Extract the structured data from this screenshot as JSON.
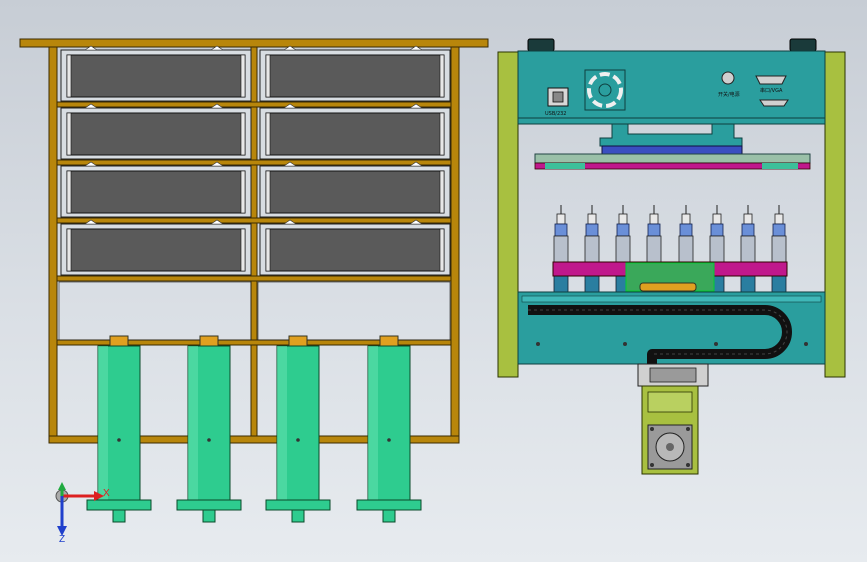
{
  "viewport": {
    "name": "cad-3d-viewport"
  },
  "colors": {
    "frame_gold": "#b8860b",
    "tray_green": "#2ecc8f",
    "teal_panel": "#2a9e9e",
    "olive_column": "#a8c040",
    "magenta_bar": "#c0188c",
    "cable_black": "#111111",
    "drawer_dark": "#5a5a5a",
    "background_top": "#c7cdd5",
    "background_bottom": "#e7ebef"
  },
  "control_panel": {
    "usb_label": "USB/232",
    "power_label": "开关/电源",
    "port_label": "串口/VGA"
  },
  "triad": {
    "x_label": "X",
    "z_label": "Z"
  },
  "drawer_rows": 4,
  "drawer_cols": 2,
  "cylinder_count": 4,
  "nozzle_count": 8
}
